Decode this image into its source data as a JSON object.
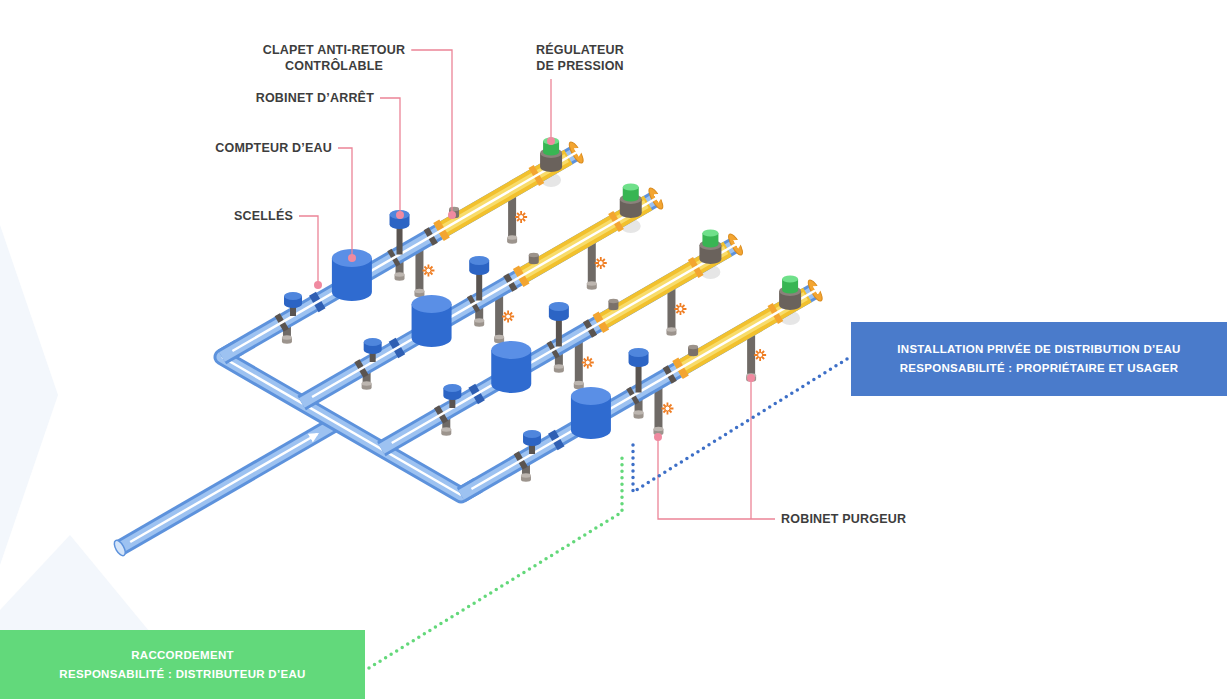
{
  "diagram": {
    "nodes": [
      {
        "text": [
          "INSTALLATION PRIVÉE DE DISTRIBUTION D’EAU",
          "RESPONSABILITÉ : PROPRIÉTAIRE ET USAGER"
        ]
      },
      {
        "text": [
          "RACCORDEMENT",
          "RESPONSABILITÉ : DISTRIBUTEUR D’EAU"
        ]
      }
    ],
    "labels": [
      "CLAPET ANTI-RETOUR CONTRÔLABLE",
      "RÉGULATEUR DE PRESSION",
      "ROBINET D’ARRÊT",
      "COMPTEUR D’EAU",
      "SCELLÉS",
      "ROBINET PURGEUR"
    ]
  }
}
